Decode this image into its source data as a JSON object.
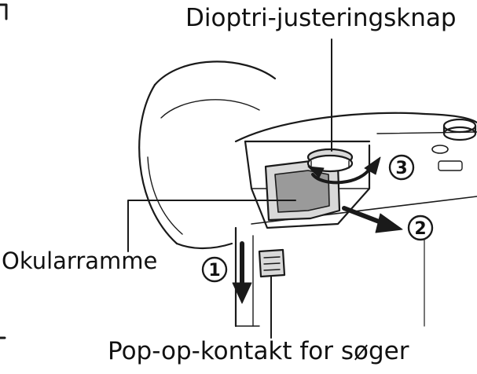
{
  "labels": {
    "diopter_knob": "Dioptri-justeringsknap",
    "eyepiece_frame": "Okularramme",
    "popup_switch": "Pop-op-kontakt for søger"
  },
  "steps": [
    {
      "number": "1"
    },
    {
      "number": "2"
    },
    {
      "number": "3"
    }
  ],
  "colors": {
    "line": "#1a1a1a",
    "fill": "#ffffff",
    "shade": "#d9d9d9",
    "dark_shade": "#9a9a9a"
  }
}
